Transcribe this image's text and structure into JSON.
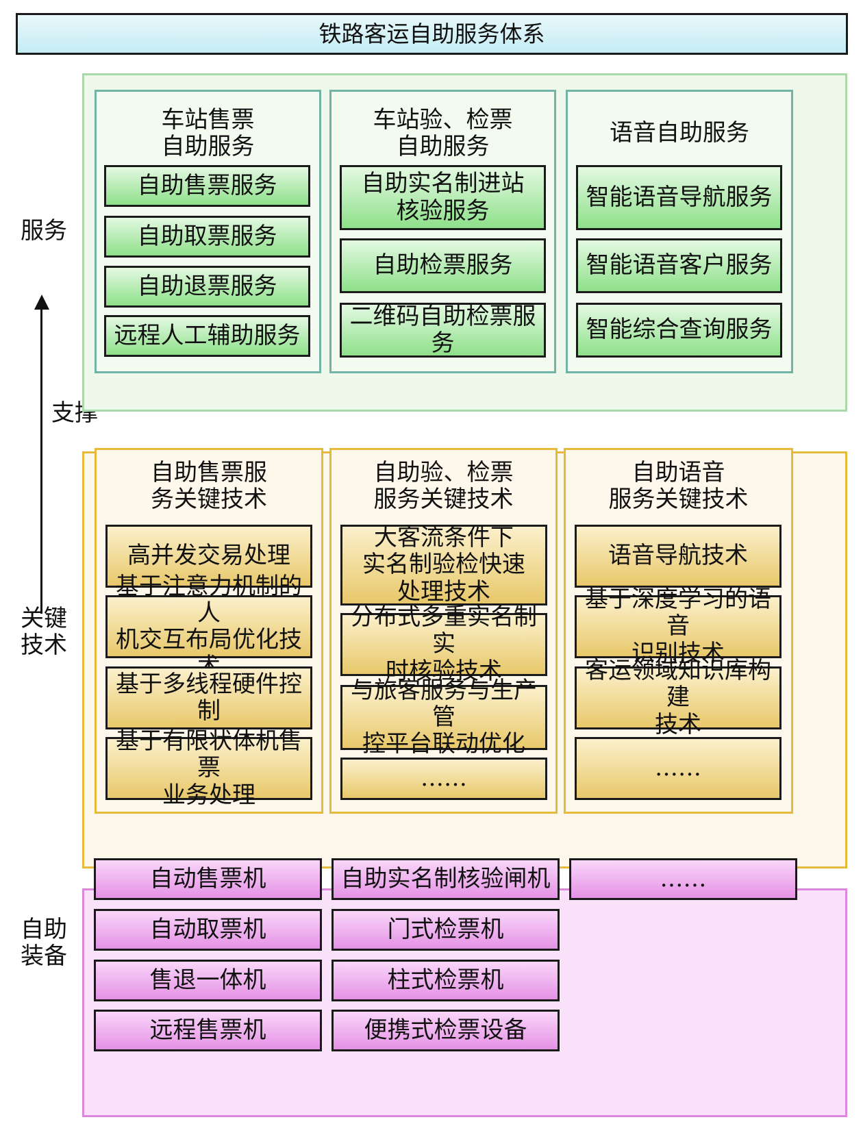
{
  "title": "铁路客运自助服务体系",
  "side_labels": {
    "service": "服务",
    "support": "支撑",
    "tech": "关键\n技术",
    "equipment": "自助\n装备"
  },
  "services": [
    {
      "head": "车站售票\n自助服务",
      "items": [
        "自助售票服务",
        "自助取票服务",
        "自助退票服务",
        "远程人工辅助服务"
      ]
    },
    {
      "head": "车站验、检票\n自助服务",
      "items": [
        "自助实名制进站\n核验服务",
        "自助检票服务",
        "二维码自助检票服务"
      ]
    },
    {
      "head": "语音自助服务",
      "items": [
        "智能语音导航服务",
        "智能语音客户服务",
        "智能综合查询服务"
      ]
    }
  ],
  "tech": [
    {
      "head": "自助售票服\n务关键技术",
      "items": [
        "高并发交易处理",
        "基于注意力机制的人\n机交互布局优化技术",
        "基于多线程硬件控制",
        "基于有限状体机售票\n业务处理"
      ]
    },
    {
      "head": "自助验、检票\n服务关键技术",
      "items": [
        "大客流条件下\n实名制验检快速\n处理技术",
        "分布式多重实名制实\n时核验技术",
        "与旅客服务与生产管\n控平台联动优化",
        "……"
      ]
    },
    {
      "head": "自助语音\n服务关键技术",
      "items": [
        "语音导航技术",
        "基于深度学习的语音\n识别技术",
        "客运领域知识库构建\n技术",
        "……"
      ]
    }
  ],
  "equipment": [
    [
      "自动售票机",
      "自动取票机",
      "售退一体机",
      "远程售票机"
    ],
    [
      "自助实名制核验闸机",
      "门式检票机",
      "柱式检票机",
      "便携式检票设备"
    ],
    [
      "……"
    ]
  ]
}
